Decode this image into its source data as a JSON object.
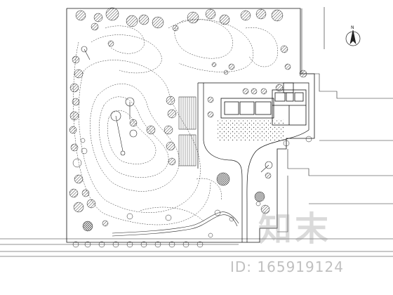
{
  "north_arrow": {
    "label": "N"
  },
  "watermark": {
    "logo_text": "知末",
    "id_text": "ID: 165919124"
  }
}
